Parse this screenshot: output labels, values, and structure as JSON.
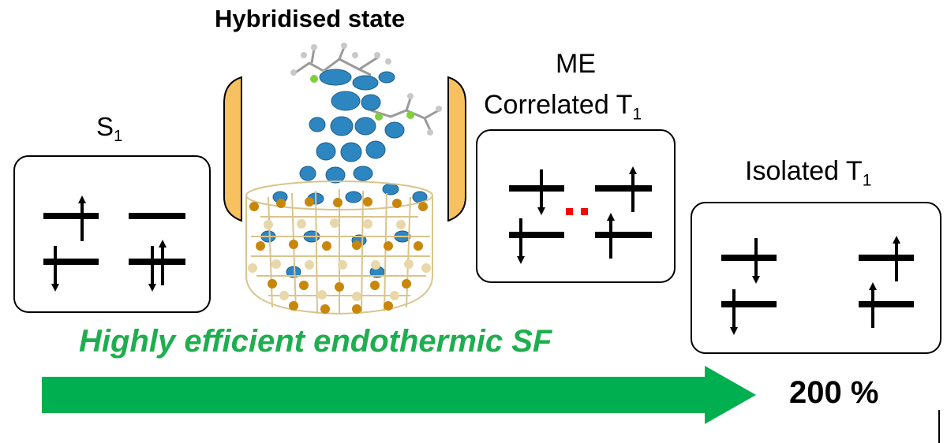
{
  "hybrid": {
    "title": "Hybridised state"
  },
  "s1": {
    "label_main": "S",
    "label_sub": "1"
  },
  "me": {
    "line1": "ME",
    "line2_main": "Correlated T",
    "line2_sub": "1"
  },
  "iso": {
    "label_main": "Isolated T",
    "label_sub": "1"
  },
  "process": {
    "label": "Highly efficient endothermic SF",
    "yield": "200 %"
  },
  "colors": {
    "arrow_green": "#00b050",
    "text_green": "#1fae4f",
    "bracket_orange": "#f7c060",
    "coupling_red": "#ff0000",
    "isosurface_blue": "#2e86c1",
    "carbon_gold": "#c8860a",
    "carbon_pale": "#e8d7a8"
  },
  "icons": {
    "molecule": "nanotube-molecule-hybrid-image",
    "spin_up": "spin-up-arrow",
    "spin_down": "spin-down-arrow"
  }
}
